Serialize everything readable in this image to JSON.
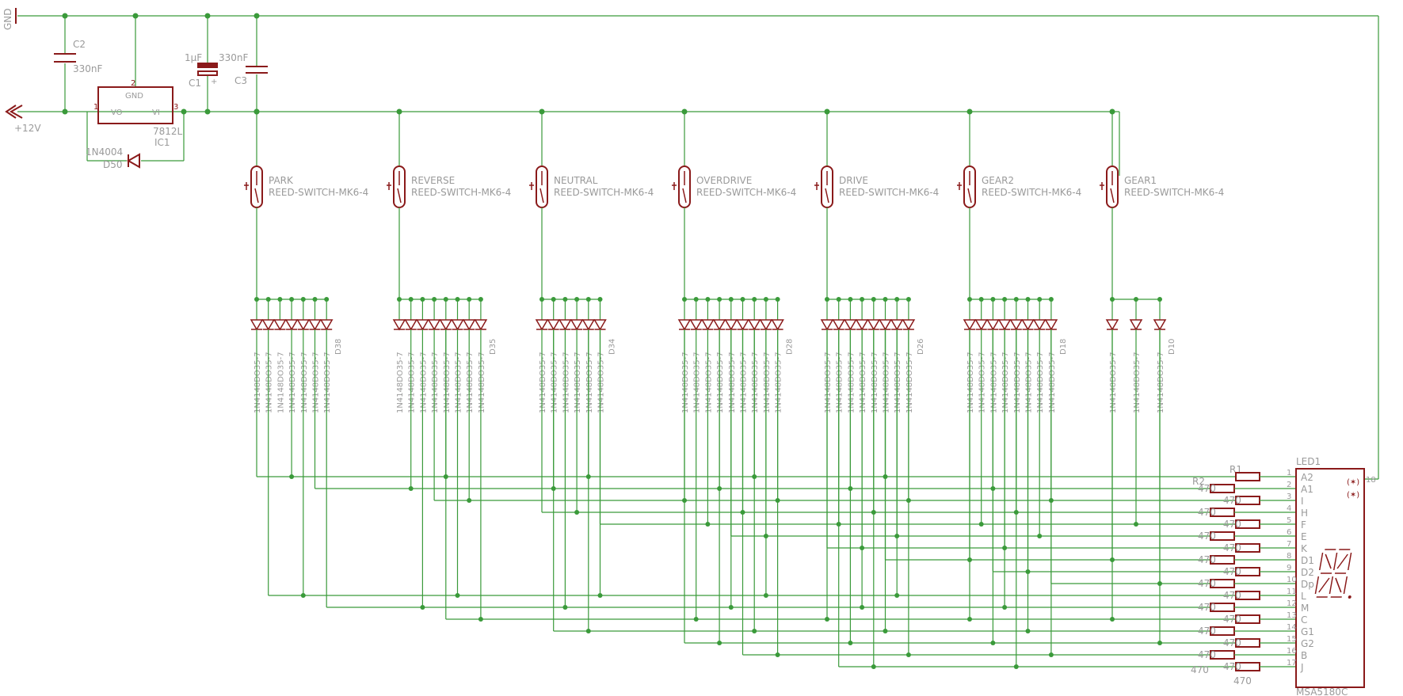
{
  "power": {
    "gnd": "GND",
    "vin": "+12V",
    "c2": {
      "name": "C2",
      "value": "330nF"
    },
    "c1": {
      "name": "C1",
      "value": "1µF",
      "polarity": "+"
    },
    "c3": {
      "name": "C3",
      "value": "330nF"
    },
    "ic1": {
      "name": "IC1",
      "part": "7812L",
      "pin_gnd": "GND",
      "pin_vo": "VO",
      "pin_vi": "VI",
      "pin1": "1",
      "pin2": "2",
      "pin3": "3"
    },
    "d50": {
      "name": "D50",
      "part": "1N4004"
    }
  },
  "switches": [
    {
      "name": "PARK",
      "part": "REED-SWITCH-MK6-4"
    },
    {
      "name": "REVERSE",
      "part": "REED-SWITCH-MK6-4"
    },
    {
      "name": "NEUTRAL",
      "part": "REED-SWITCH-MK6-4"
    },
    {
      "name": "OVERDRIVE",
      "part": "REED-SWITCH-MK6-4"
    },
    {
      "name": "DRIVE",
      "part": "REED-SWITCH-MK6-4"
    },
    {
      "name": "GEAR2",
      "part": "REED-SWITCH-MK6-4"
    },
    {
      "name": "GEAR1",
      "part": "REED-SWITCH-MK6-4"
    }
  ],
  "diode_groups": [
    {
      "part": "1N4148DO35-7",
      "count": 7,
      "last_label": "D38"
    },
    {
      "part": "1N4148DO35-7",
      "count": 8,
      "last_label": "D35"
    },
    {
      "part": "1N4148DO35-7",
      "count": 6,
      "last_label": "D34"
    },
    {
      "part": "1N4148DO35-7",
      "count": 9,
      "last_label": "D28"
    },
    {
      "part": "1N4148DO35-7",
      "count": 8,
      "last_label": "D26"
    },
    {
      "part": "1N4148DO35-7",
      "count": 8,
      "last_label": "D18"
    },
    {
      "part": "1N4148DO35-7",
      "count": 3,
      "last_label": "D10"
    }
  ],
  "resistors": {
    "r1": "R1",
    "r2": "R2",
    "value": "470",
    "bottom_value": "470"
  },
  "display": {
    "name": "LED1",
    "part": "MSA5180C",
    "common_pin": "18",
    "pins": [
      {
        "num": "1",
        "seg": "A2"
      },
      {
        "num": "2",
        "seg": "A1"
      },
      {
        "num": "3",
        "seg": "I"
      },
      {
        "num": "4",
        "seg": "H"
      },
      {
        "num": "5",
        "seg": "F"
      },
      {
        "num": "6",
        "seg": "E"
      },
      {
        "num": "7",
        "seg": "K"
      },
      {
        "num": "8",
        "seg": "D1"
      },
      {
        "num": "9",
        "seg": "D2"
      },
      {
        "num": "10",
        "seg": "Dp"
      },
      {
        "num": "11",
        "seg": "L"
      },
      {
        "num": "12",
        "seg": "M"
      },
      {
        "num": "13",
        "seg": "C"
      },
      {
        "num": "14",
        "seg": "G1"
      },
      {
        "num": "15",
        "seg": "G2"
      },
      {
        "num": "16",
        "seg": "B"
      },
      {
        "num": "17",
        "seg": "J"
      }
    ]
  }
}
